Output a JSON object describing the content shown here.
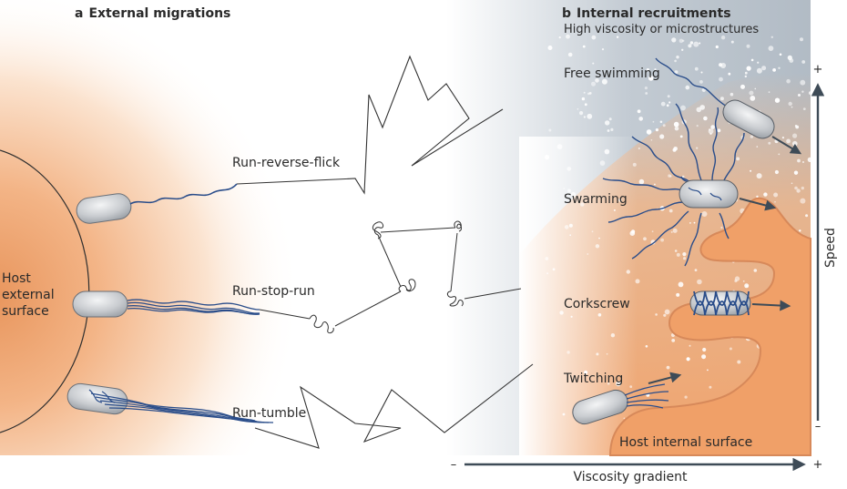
{
  "panel_a": {
    "title_letter": "a",
    "title": "External migrations",
    "host_label": [
      "Host",
      "external",
      "surface"
    ],
    "modes": [
      "Run-reverse-flick",
      "Run-stop-run",
      "Run-tumble"
    ]
  },
  "panel_b": {
    "title_letter": "b",
    "title": "Internal recruitments",
    "subtitle": "High viscosity or microstructures",
    "modes": [
      "Free swimming",
      "Swarming",
      "Corkscrew",
      "Twitching"
    ],
    "host_label": "Host internal surface"
  },
  "axes": {
    "speed_label": "Speed",
    "speed_plus": "+",
    "speed_minus": "–",
    "viscosity_label": "Viscosity gradient",
    "viscosity_minus": "–",
    "viscosity_plus": "+"
  },
  "colors": {
    "host_orange": "#f0a870",
    "body_grey": "#c8cbcf",
    "flagellum_blue": "#2a4d8a",
    "arrow_grey": "#3e4b57",
    "path_grey": "#333333"
  }
}
